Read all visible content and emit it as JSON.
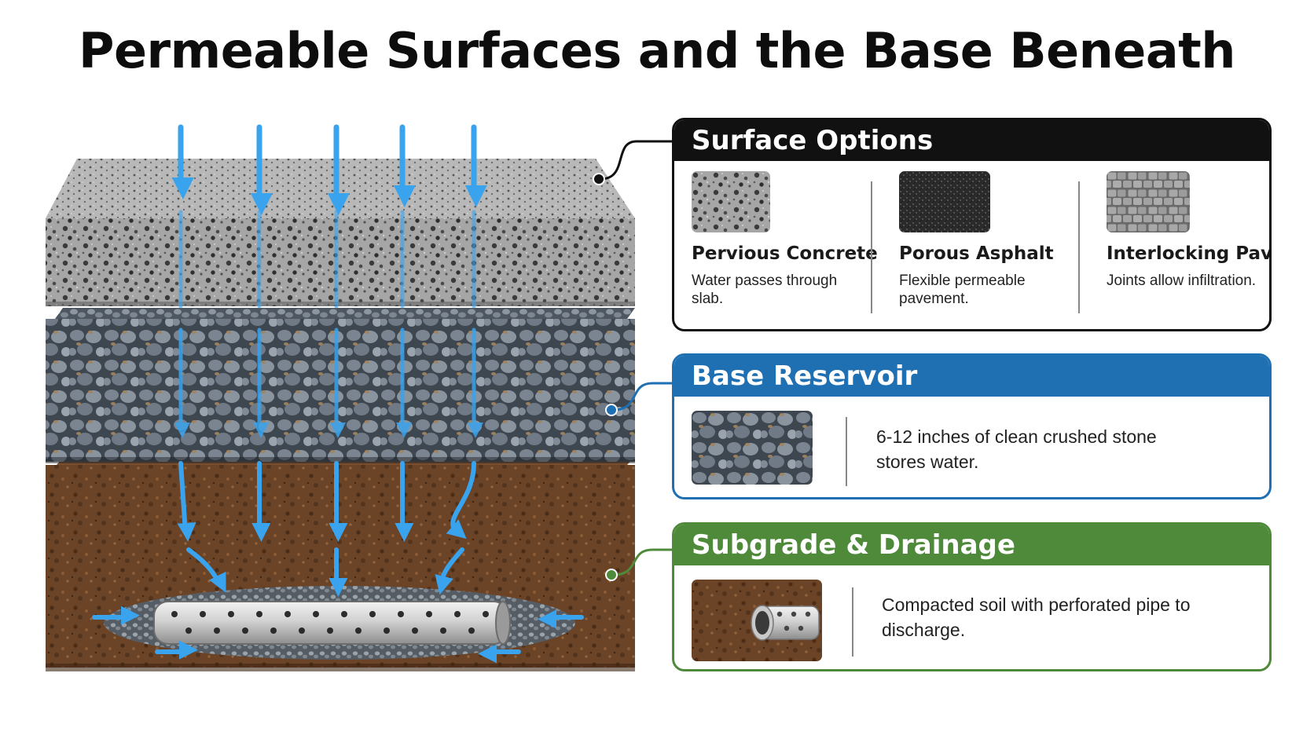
{
  "title": "Permeable Surfaces and the Base Beneath",
  "colors": {
    "water": "#3aa3ee",
    "surface_header": "#111111",
    "base_header": "#1f6fb3",
    "subgrade_header": "#4f8a3a"
  },
  "surface_options": {
    "heading": "Surface Options",
    "items": [
      {
        "title": "Pervious Concrete",
        "desc": "Water passes through slab.",
        "icon": "pervious-concrete-swatch"
      },
      {
        "title": "Porous Asphalt",
        "desc": "Flexible permeable pavement.",
        "icon": "porous-asphalt-swatch"
      },
      {
        "title": "Interlocking Pavers",
        "desc": "Joints allow infiltration.",
        "icon": "interlocking-pavers-swatch"
      }
    ]
  },
  "base_reservoir": {
    "heading": "Base Reservoir",
    "desc": "6-12 inches of clean crushed stone stores water.",
    "icon": "crushed-stone-swatch"
  },
  "subgrade": {
    "heading": "Subgrade & Drainage",
    "desc": "Compacted soil with perforated pipe to discharge.",
    "icon": "soil-and-pipe-swatch"
  }
}
